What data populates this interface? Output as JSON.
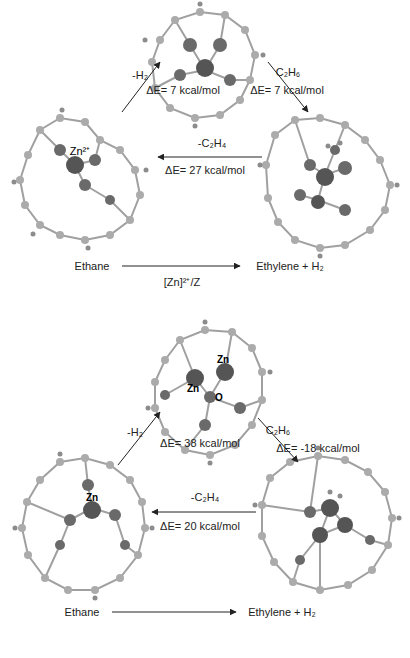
{
  "diagram": {
    "labels": [
      "-H₂",
      "ΔE= 7 kcal/mol",
      "C₂H₆",
      "ΔE= 7 kcal/mol",
      "Zn²⁺",
      "-C₂H₄",
      "ΔE= 27 kcal/mol",
      "Ethane",
      "Ethylene + H₂",
      "[Zn]²⁺/Z",
      "Zn",
      "Zn",
      "O",
      "-H₂",
      "ΔE= 38 kcal/mol",
      "C₂H₆",
      "ΔE= -18 kcal/mol",
      "Zn",
      "-C₂H₄",
      "ΔE= 20 kcal/mol",
      "Ethane",
      "Ethylene + H₂"
    ]
  }
}
